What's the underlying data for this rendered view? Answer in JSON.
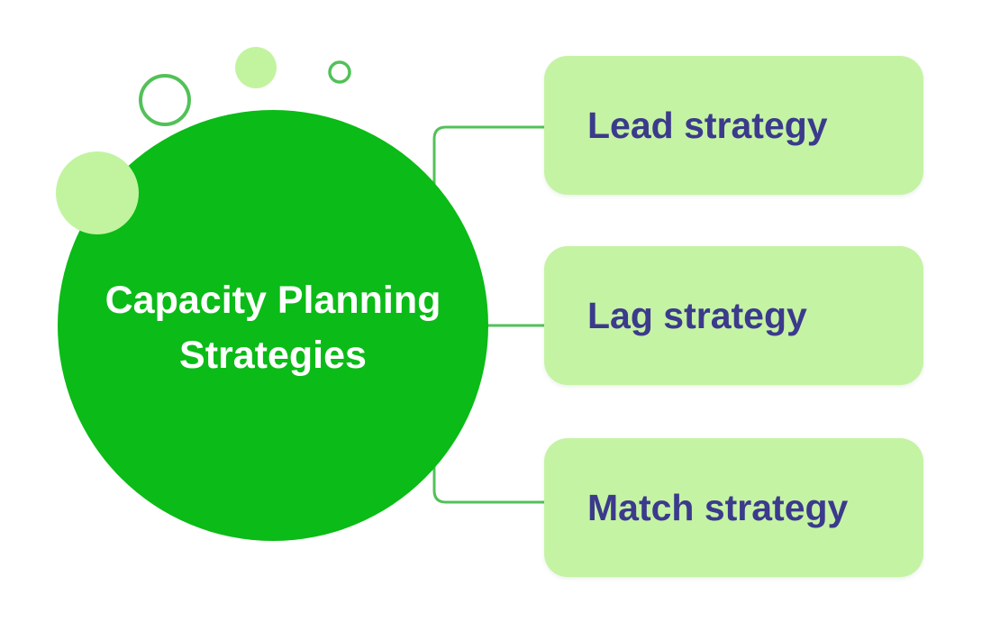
{
  "diagram": {
    "type": "mindmap-infographic",
    "title": "Capacity Planning Strategies",
    "title_lines": [
      "Capacity Planning",
      "Strategies"
    ],
    "nodes": [
      {
        "id": "lead",
        "label": "Lead strategy"
      },
      {
        "id": "lag",
        "label": "Lag strategy"
      },
      {
        "id": "match",
        "label": "Match strategy"
      }
    ],
    "decorations": [
      {
        "name": "large-outline-ring"
      },
      {
        "name": "small-filled-dot-top"
      },
      {
        "name": "small-outline-ring"
      },
      {
        "name": "large-filled-dot-left"
      }
    ]
  },
  "palette": {
    "background": "#ffffff",
    "main_circle_green": "#0bbb17",
    "card_light_green": "#c5f3a4",
    "accent_light_green": "#c2f4a0",
    "connector_green": "#52c158",
    "title_white": "#ffffff",
    "label_indigo": "#3b3a8c"
  }
}
